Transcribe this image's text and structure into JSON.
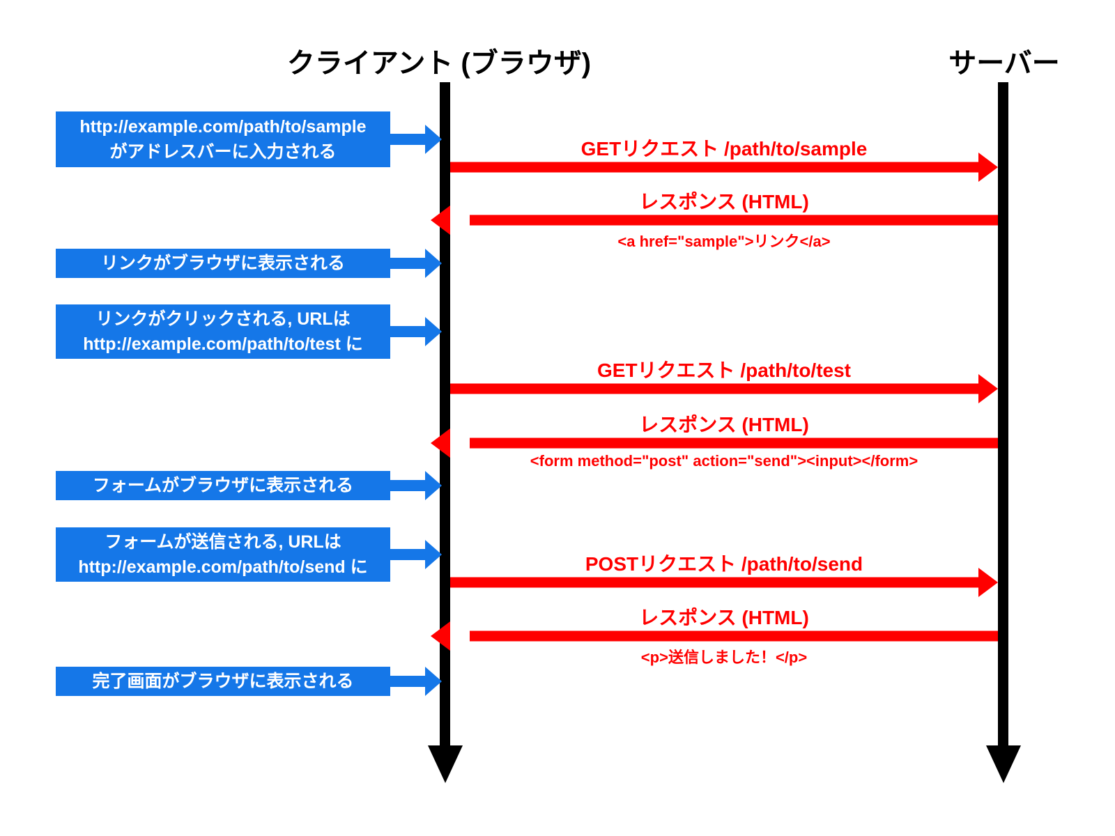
{
  "titles": {
    "client": "クライアント (ブラウザ)",
    "server": "サーバー"
  },
  "events": [
    {
      "line1": "http://example.com/path/to/sample",
      "line2": "がアドレスバーに入力される"
    },
    {
      "line1": "リンクがブラウザに表示される"
    },
    {
      "line1": "リンクがクリックされる, URLは",
      "line2": "http://example.com/path/to/test に"
    },
    {
      "line1": "フォームがブラウザに表示される"
    },
    {
      "line1": "フォームが送信される, URLは",
      "line2": "http://example.com/path/to/send に"
    },
    {
      "line1": "完了画面がブラウザに表示される"
    }
  ],
  "messages": [
    {
      "direction": "request",
      "label": "GETリクエスト /path/to/sample"
    },
    {
      "direction": "response",
      "label": "レスポンス (HTML)",
      "sublabel": "<a href=\"sample\">リンク</a>"
    },
    {
      "direction": "request",
      "label": "GETリクエスト /path/to/test"
    },
    {
      "direction": "response",
      "label": "レスポンス (HTML)",
      "sublabel": "<form method=\"post\" action=\"send\"><input></form>"
    },
    {
      "direction": "request",
      "label": "POSTリクエスト /path/to/send"
    },
    {
      "direction": "response",
      "label": "レスポンス (HTML)",
      "sublabel": "<p>送信しました！</p>"
    }
  ],
  "colors": {
    "event_blue": "#1577E8",
    "message_red": "#FF0000",
    "lifeline_black": "#000000"
  }
}
